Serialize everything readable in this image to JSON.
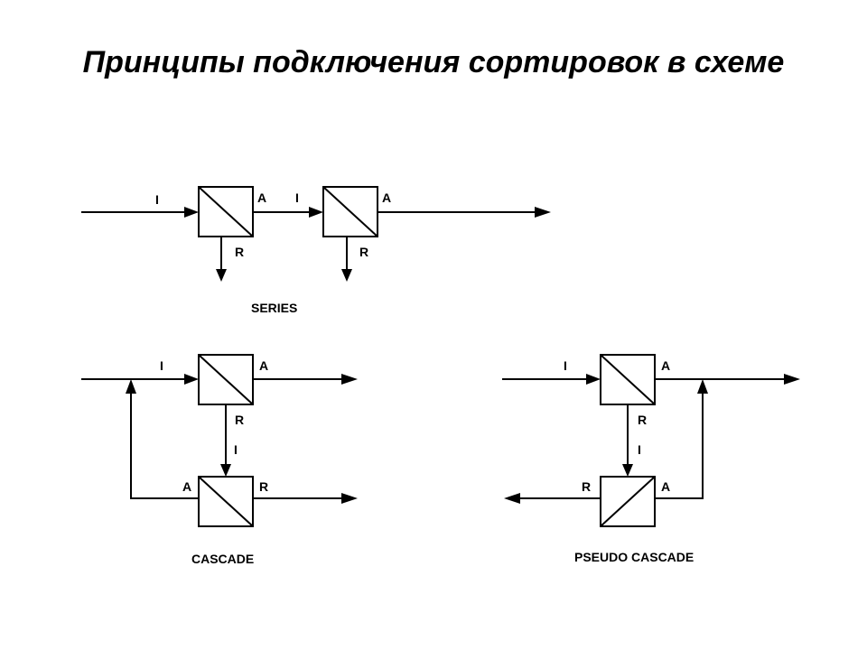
{
  "title": "Принципы подключения сортировок в схеме",
  "labels": {
    "input": "I",
    "accept": "A",
    "reject": "R"
  },
  "diagrams": {
    "series": {
      "caption": "SERIES"
    },
    "cascade": {
      "caption": "CASCADE"
    },
    "pseudo_cascade": {
      "caption": "PSEUDO CASCADE"
    }
  }
}
